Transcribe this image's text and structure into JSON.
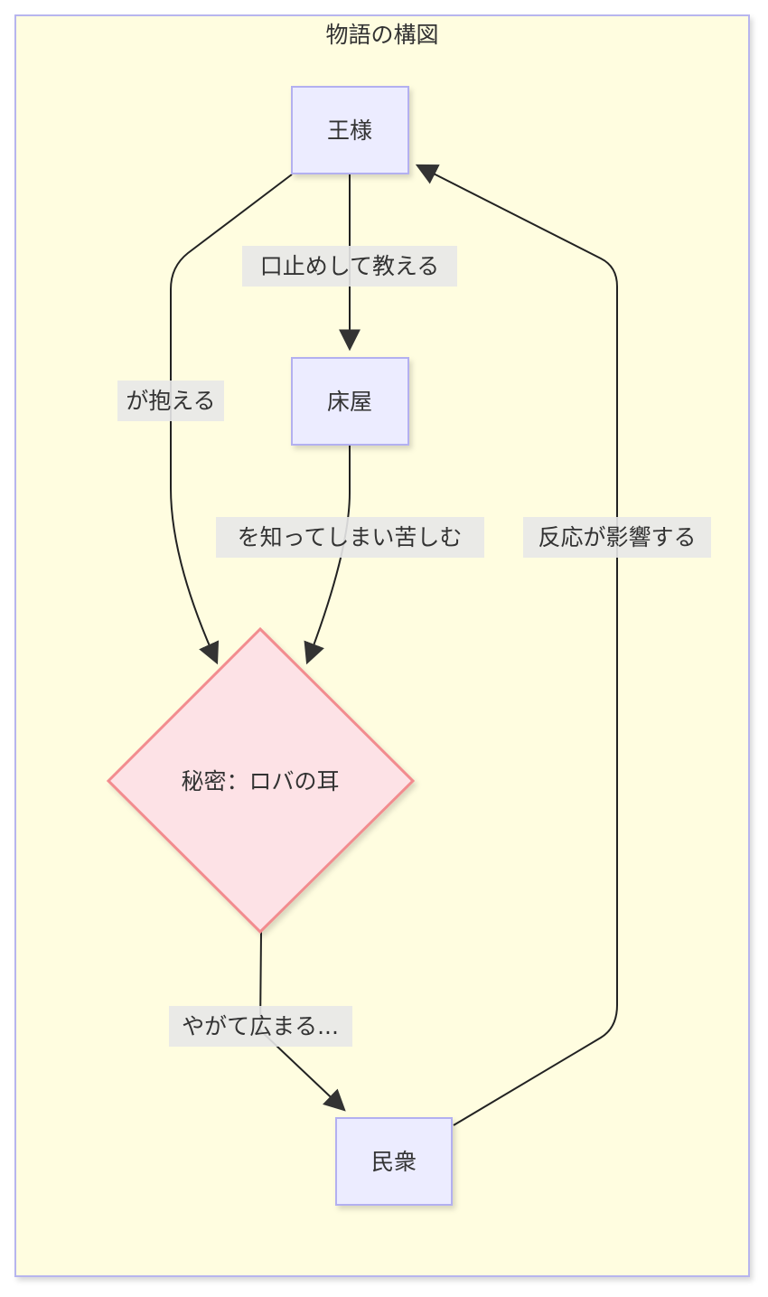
{
  "title": "物語の構図",
  "colors": {
    "frame_fill": "#fffde0",
    "frame_stroke": "#b7b5ee",
    "node_fill": "#ececff",
    "node_stroke": "#b3b0f0",
    "secret_fill": "#fde2e6",
    "secret_stroke": "#f28c8f",
    "edge": "#222222",
    "label_bg": "#e8e8e8"
  },
  "nodes": [
    {
      "id": "king",
      "label": "王様",
      "shape": "rect"
    },
    {
      "id": "barber",
      "label": "床屋",
      "shape": "rect"
    },
    {
      "id": "secret",
      "label": "秘密：ロバの耳",
      "shape": "diamond"
    },
    {
      "id": "people",
      "label": "民衆",
      "shape": "rect"
    }
  ],
  "edges": [
    {
      "from": "king",
      "to": "barber",
      "label": "口止めして教える"
    },
    {
      "from": "king",
      "to": "secret",
      "label": "が抱える"
    },
    {
      "from": "barber",
      "to": "secret",
      "label": "を知ってしまい苦しむ"
    },
    {
      "from": "secret",
      "to": "people",
      "label": "やがて広まる..."
    },
    {
      "from": "people",
      "to": "king",
      "label": "反応が影響する"
    }
  ]
}
